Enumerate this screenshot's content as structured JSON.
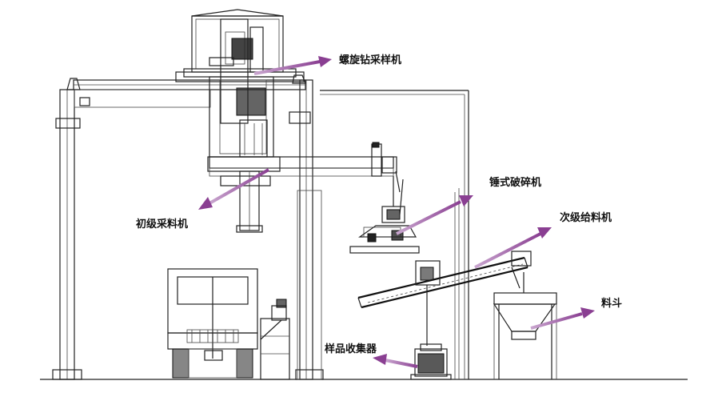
{
  "diagram": {
    "labels": {
      "spiral_drill_sampler": "螺旋钻采样机",
      "primary_feeder": "初级采料机",
      "hammer_crusher": "锤式破碎机",
      "secondary_feeder": "次级给料机",
      "hopper": "料斗",
      "sample_collector": "样品收集器"
    },
    "colors": {
      "arrow": "#9a4fa0",
      "line": "#222222",
      "background": "#ffffff"
    }
  }
}
